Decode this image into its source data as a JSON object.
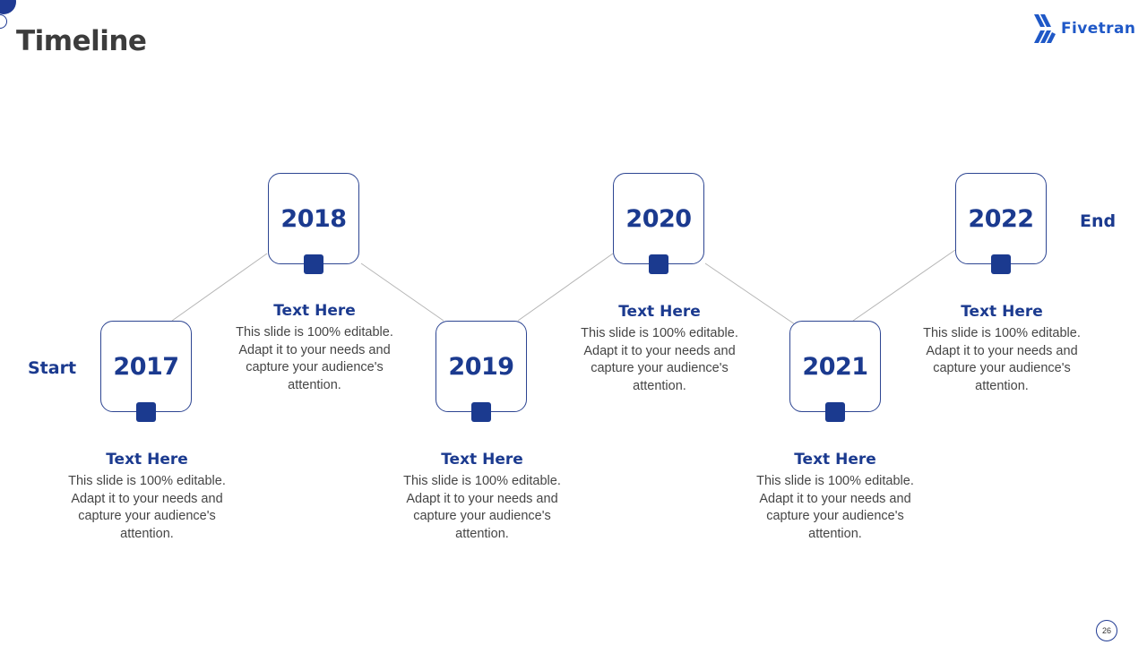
{
  "title": "Timeline",
  "brand": {
    "name": "Fivetran",
    "logo_icon": "stripes-logo-icon"
  },
  "start_label": "Start",
  "end_label": "End",
  "milestones": [
    {
      "year": "2017",
      "heading": "Text Here",
      "text": "This slide is 100% editable. Adapt it to your needs and capture your audience's attention."
    },
    {
      "year": "2018",
      "heading": "Text Here",
      "text": "This slide is 100% editable. Adapt it to your needs and capture your audience's attention."
    },
    {
      "year": "2019",
      "heading": "Text Here",
      "text": "This slide is 100% editable. Adapt it to your needs and capture your audience's attention."
    },
    {
      "year": "2020",
      "heading": "Text Here",
      "text": "This slide is 100% editable. Adapt it to your needs and capture your audience's attention."
    },
    {
      "year": "2021",
      "heading": "Text Here",
      "text": "This slide is 100% editable. Adapt it to your needs and capture your audience's attention."
    },
    {
      "year": "2022",
      "heading": "Text Here",
      "text": "This slide is 100% editable. Adapt it to your needs and capture your audience's attention."
    }
  ],
  "page_number": "26",
  "colors": {
    "accent": "#1b3a8f",
    "brand_blue": "#1f58c7",
    "connector_line": "#b5b5b5",
    "body_text": "#454545"
  }
}
